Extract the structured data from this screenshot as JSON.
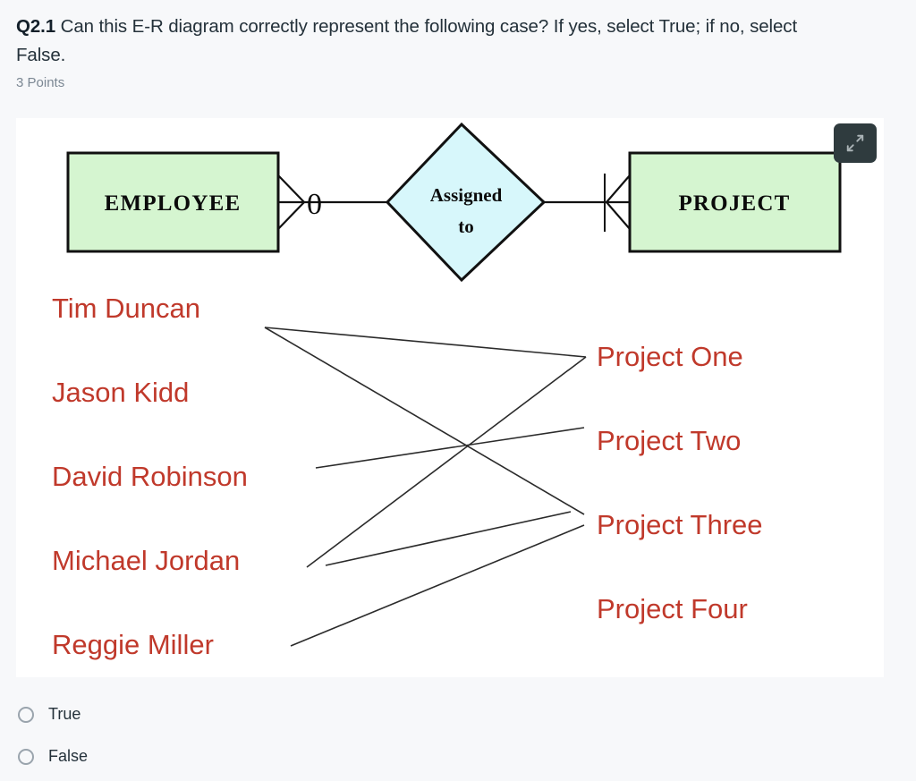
{
  "question": {
    "number": "Q2.1",
    "prompt": "Can this E-R diagram correctly represent the following case? If yes, select True; if no, select False.",
    "points": "3 Points"
  },
  "diagram": {
    "expand_icon": "expand-diagonal-arrows-icon",
    "entities": [
      {
        "id": "employee",
        "label": "EMPLOYEE",
        "fill": "#d5f5d0",
        "stroke": "#111111"
      },
      {
        "id": "project",
        "label": "PROJECT",
        "fill": "#d5f5d0",
        "stroke": "#111111"
      }
    ],
    "relationship": {
      "id": "assigned-to",
      "label_line1": "Assigned",
      "label_line2": "to",
      "fill": "#d7f7fb",
      "stroke": "#111111"
    },
    "cardinality": {
      "employee_side": "0",
      "employee_notation": "crows-foot-optional-many",
      "project_notation": "crows-foot-mandatory-many"
    },
    "employees": [
      {
        "id": "tim-duncan",
        "label": "Tim Duncan"
      },
      {
        "id": "jason-kidd",
        "label": "Jason Kidd"
      },
      {
        "id": "david-robinson",
        "label": "David Robinson"
      },
      {
        "id": "michael-jordan",
        "label": "Michael Jordan"
      },
      {
        "id": "reggie-miller",
        "label": "Reggie Miller"
      }
    ],
    "projects": [
      {
        "id": "project-one",
        "label": "Project One"
      },
      {
        "id": "project-two",
        "label": "Project Two"
      },
      {
        "id": "project-three",
        "label": "Project Three"
      },
      {
        "id": "project-four",
        "label": "Project Four"
      }
    ],
    "connections": [
      {
        "from": "tim-duncan",
        "to": "project-one"
      },
      {
        "from": "tim-duncan",
        "to": "project-three"
      },
      {
        "from": "david-robinson",
        "to": "project-two"
      },
      {
        "from": "michael-jordan",
        "to": "project-one"
      },
      {
        "from": "michael-jordan",
        "to": "project-three"
      },
      {
        "from": "reggie-miller",
        "to": "project-three"
      }
    ],
    "text_color": "#c0392b"
  },
  "answers": {
    "options": [
      {
        "id": "true",
        "label": "True",
        "selected": false
      },
      {
        "id": "false",
        "label": "False",
        "selected": false
      }
    ]
  }
}
